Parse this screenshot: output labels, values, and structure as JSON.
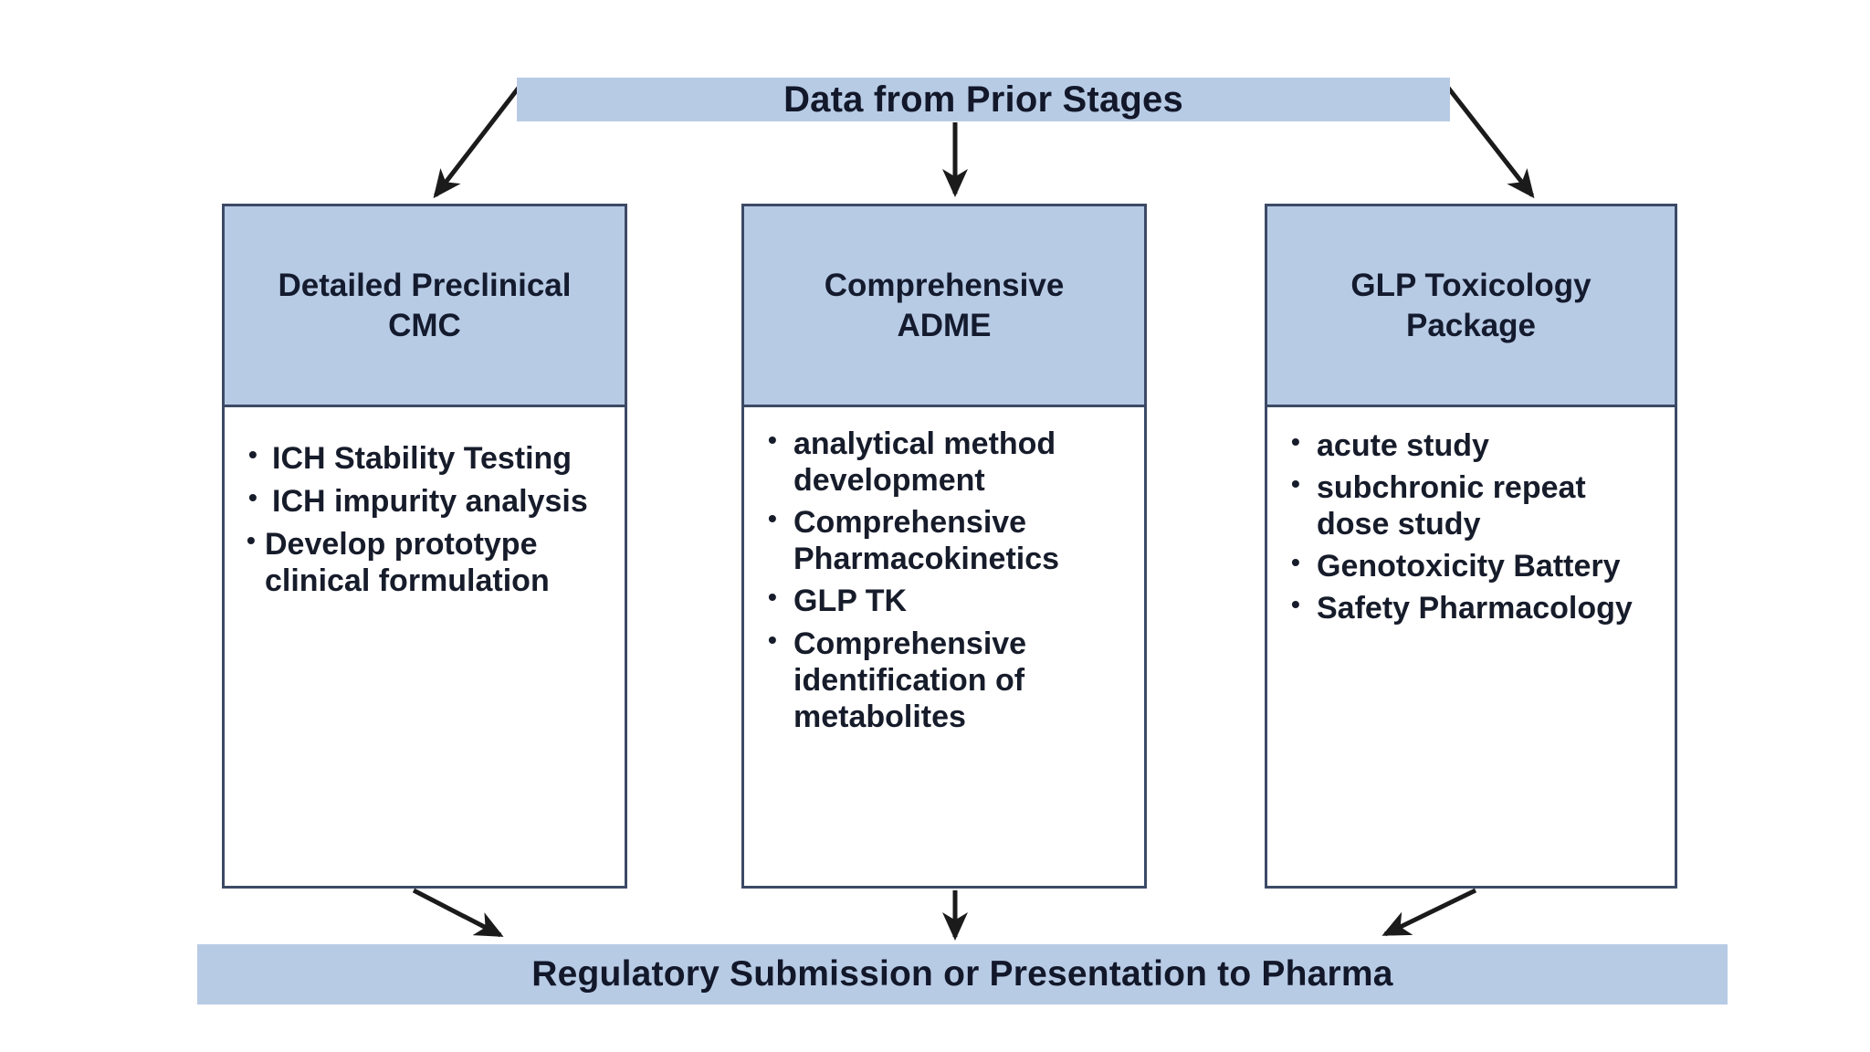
{
  "diagram": {
    "title": "Data from Prior Stages",
    "top_banner": {
      "label": "Data from Prior Stages"
    },
    "bottom_banner": {
      "label": "Regulatory Submission or Presentation to Pharma"
    },
    "columns": [
      {
        "header": "Detailed Preclinical\nCMC",
        "items": [
          "ICH Stability Testing",
          "ICH impurity analysis",
          "Develop prototype clinical formulation"
        ]
      },
      {
        "header": "Comprehensive\nADME",
        "items": [
          "analytical method development",
          "Comprehensive Pharmacokinetics",
          "GLP TK",
          "Comprehensive identification of metabolites"
        ]
      },
      {
        "header": "GLP Toxicology\nPackage",
        "items": [
          "acute study",
          "subchronic repeat dose study",
          "Genotoxicity Battery",
          "Safety Pharmacology"
        ]
      }
    ],
    "colors": {
      "banner_fill": "#b8cbe5",
      "header_fill": "#b8cbe5",
      "box_border": "#3c4a66",
      "text": "#141b2e",
      "arrow": "#1b1b1b",
      "background": "#ffffff"
    },
    "connectors": [
      {
        "name": "top-to-column-1",
        "from": "top-banner",
        "to": "column-1",
        "direction": "down-left"
      },
      {
        "name": "top-to-column-2",
        "from": "top-banner",
        "to": "column-2",
        "direction": "down"
      },
      {
        "name": "top-to-column-3",
        "from": "top-banner",
        "to": "column-3",
        "direction": "down-right"
      },
      {
        "name": "column-1-to-bottom",
        "from": "column-1",
        "to": "bottom-banner",
        "direction": "down-right"
      },
      {
        "name": "column-2-to-bottom",
        "from": "column-2",
        "to": "bottom-banner",
        "direction": "down"
      },
      {
        "name": "column-3-to-bottom",
        "from": "column-3",
        "to": "bottom-banner",
        "direction": "down-left"
      }
    ]
  }
}
